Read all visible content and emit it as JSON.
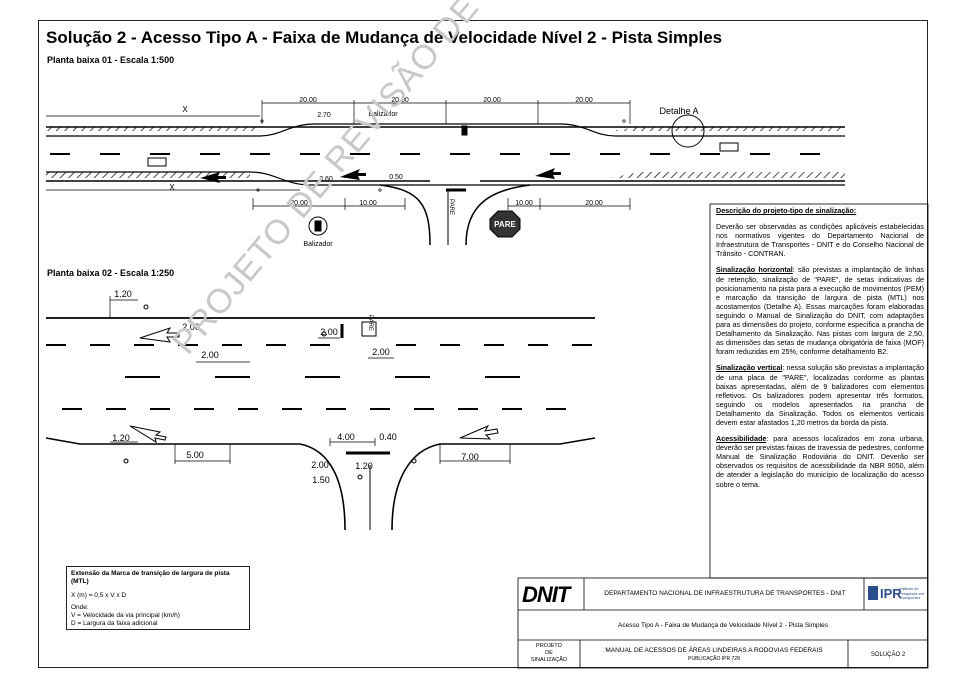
{
  "title": "Solução 2 - Acesso Tipo A - Faixa de Mudança de Velocidade Nível 2 - Pista Simples",
  "plan1": {
    "label": "Planta baixa 01 - Escala 1:500",
    "dims_top": [
      "20.00",
      "20.00",
      "20.00",
      "20.00"
    ],
    "dim_x_top": "X",
    "dim_x_bottom": "X",
    "dim_270": "2.70",
    "dim_360": "3.60",
    "dim_050": "0.50",
    "dims_bottom": [
      "20.00",
      "10.00",
      "10.00",
      "20.00"
    ],
    "balizador_top": "Balizador",
    "balizador_bottom": "Balizador",
    "detail": "Detalhe A",
    "pare_sign": "PARE",
    "pare_road": "PARE"
  },
  "plan2": {
    "label": "Planta baixa 02 - Escala 1:250",
    "d120a": "1.20",
    "d200a": "2.00",
    "d200b": "2.00",
    "d200c": "2.00",
    "d200d": "2.00",
    "d120b": "1.20",
    "d500": "5.00",
    "d400": "4.00",
    "d040": "0.40",
    "d200e": "2.00",
    "d120c": "1.20",
    "d150": "1.50",
    "d700": "7.00",
    "pare_road": "PARE"
  },
  "description": {
    "heading": "Descrição do projeto-tipo de sinalização:",
    "intro": "Deverão ser observadas as condições aplicáveis estabelecidas nos normativos vigentes do Departamento Nacional de Infraestrutura de Transportes - DNIT e do Conselho Nacional de Trânsito - CONTRAN.",
    "h_horizontal": "Sinalização horizontal",
    "horizontal": ": são previstas a implantação de linhas de retenção, sinalização de \"PARE\", de setas indicativas de posicionamento na pista para a execução de movimentos (PEM) e marcação da transição de largura de pista (MTL) nos acostamentos (Detalhe A). Essas marcações foram elaboradas seguindo o Manual de Sinalização do DNIT, com adaptações para as dimensões do projeto, conforme especifica a prancha de Detalhamento da Sinalização. Nas pistas com largura de 2,50, as dimensões das setas de mudança obrigatória de faixa (MOF) foram reduzidas em 25%, conforme detalhamento B2.",
    "h_vertical": "Sinalização vertical",
    "vertical": ": nessa solução são previstas a implantação de uma placa de \"PARE\", localizadas conforme as plantas baixas apresentadas, além de 9 balizadores com elementos refletivos. Os balizadores podem apresentar três formatos, seguindo os modelos apresentados na prancha de Detalhamento da Sinalização. Todos os elementos verticais devem estar afastados 1,20 metros da borda da pista.",
    "h_access": "Acessibilidade",
    "access": ": para acessos localizados em zona urbana, deverão ser previstas faixas de travessia de pedestres, conforme Manual de Sinalização Rodoviária do DNIT. Deverão ser observados os requisitos de acessibilidade da NBR 9050, além de atender a legislação do município de localização do acesso sobre o tema."
  },
  "formula": {
    "title": "Extensão da Marca de transição de largura de pista (MTL)",
    "eq": "X (m) = 0,5 x V x D",
    "where": "Onde:",
    "v": "V = Velocidade da via principal (km/h)",
    "d": "D = Largura da faixa adicional"
  },
  "titleblock": {
    "dnit": "DNIT",
    "dept": "DEPARTAMENTO NACIONAL DE INFRAESTRUTURA DE TRANSPORTES - DNIT",
    "ipr": "IPR",
    "ipr_text": "Instituto de Pesquisas em Transportes",
    "drawing": "Acesso Tipo A - Faixa de Mudança de Velocidade Nível 2 - Pista Simples",
    "proj1": "PROJETO",
    "proj2": "DE",
    "proj3": "SINALIZAÇÃO",
    "manual": "MANUAL DE ACESSOS DE ÁREAS LINDEIRAS A RODOVIAS FEDERAIS",
    "pub": "PUBLICAÇÃO IPR 728",
    "sol": "SOLUÇÃO 2"
  },
  "watermark": "PROJETO DE REVISÃO DE MANUAL",
  "colors": {
    "line": "#000000",
    "hatch": "#000000",
    "watermark": "#c8c8c8",
    "sign": "#333333"
  }
}
